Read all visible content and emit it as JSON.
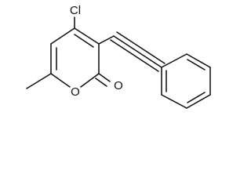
{
  "molecule": {
    "atoms": {
      "chlorine": "Cl",
      "ring_oxygen": "O",
      "carbonyl_oxygen": "O"
    }
  }
}
